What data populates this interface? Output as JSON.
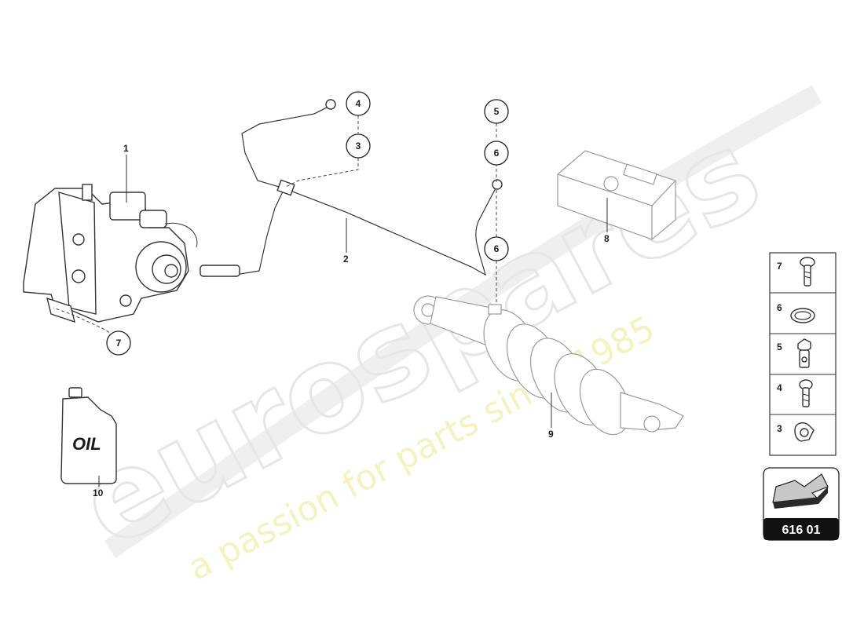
{
  "watermark": {
    "brand": "eurospares",
    "tagline": "a passion for parts since 1985"
  },
  "diagram_code": "616 01",
  "callouts": {
    "c1": "1",
    "c2": "2",
    "c3": "3",
    "c4": "4",
    "c5": "5",
    "c6a": "6",
    "c6b": "6",
    "c7": "7",
    "c8": "8",
    "c9": "9",
    "c10": "10"
  },
  "oil_label": "OIL",
  "legend": [
    {
      "number": "7",
      "icon": "screw-icon"
    },
    {
      "number": "6",
      "icon": "seal-ring-icon"
    },
    {
      "number": "5",
      "icon": "banjo-bolt-icon"
    },
    {
      "number": "4",
      "icon": "screw-icon"
    },
    {
      "number": "3",
      "icon": "clip-icon"
    }
  ]
}
